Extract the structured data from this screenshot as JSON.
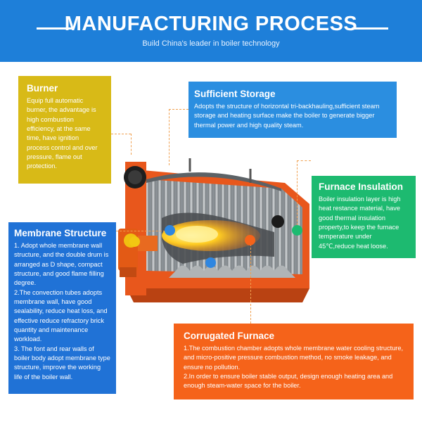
{
  "header": {
    "title": "MANUFACTURING PROCESS",
    "subtitle": "Build China's leader in boiler technology"
  },
  "boxes": {
    "burner": {
      "title": "Burner",
      "body": "Equip full automatic burner, the advantage is high combustion efficiency, at the same time, have ignition process control and over pressure, flame out protection."
    },
    "storage": {
      "title": "Sufficient Storage",
      "body": "Adopts the structure of horizontal tri-backhauling,sufficient steam storage and heating surface make the boiler to generate bigger thermal power and high quality steam."
    },
    "insulation": {
      "title": "Furnace Insulation",
      "body": "Boiler insulation layer is high heat restance material, have good thermal insulation property,to keep the furnace temperature under 45℃,reduce heat loose."
    },
    "membrane": {
      "title": "Membrane Structure",
      "p1": "1. Adopt whole membrane wall structure, and the double drum is arranged as D shape, compact structure, and good flame filling degree.",
      "p2": "2.The convection tubes adopts membrane wall, have good sealability, reduce heat loss, and effective reduce refractory brick quantity and maintenance workload.",
      "p3": "3. The font and rear walls of boiler body adopt membrane type structure, improve the working life of the boiler wall."
    },
    "corrugated": {
      "title": "Corrugated Furnace",
      "p1": "1.The combustion chamber adopts whole membrane water cooling structure, and micro-positive pressure combustion method, no smoke leakage, and ensure no pollution.",
      "p2": "2.In order to ensure boiler stable output, design enough heating area and enough steam-water space for the boiler."
    }
  },
  "colors": {
    "header": "#1e7fd9",
    "burner": "#d8ba17",
    "storage": "#2b8ee0",
    "insulation": "#1dba70",
    "membrane": "#2072d6",
    "corrugated": "#f5631a",
    "boiler_body": "#e8571c"
  }
}
